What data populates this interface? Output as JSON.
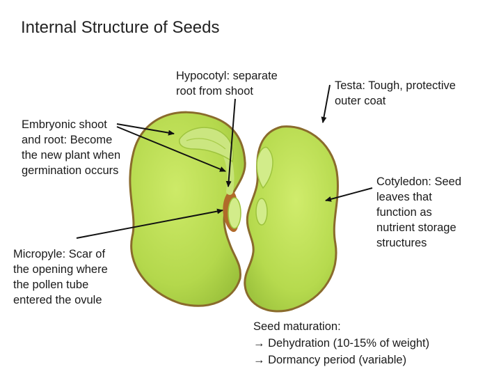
{
  "title": "Internal Structure of Seeds",
  "labels": {
    "hypocotyl": [
      "Hypocotyl: separate",
      "root from shoot"
    ],
    "testa": [
      "Testa: Tough, protective",
      "outer coat"
    ],
    "embryonic": [
      "Embryonic shoot",
      "and root: Become",
      "the new plant when",
      "germination occurs"
    ],
    "cotyledon": [
      "Cotyledon: Seed",
      "leaves that",
      "function as",
      "nutrient storage",
      "structures"
    ],
    "micropyle": [
      "Micropyle: Scar of",
      "the opening where",
      "the pollen tube",
      "entered the ovule"
    ],
    "maturation": [
      "Seed maturation:",
      "Dehydration (10-15% of weight)",
      "Dormancy period (variable)"
    ]
  },
  "colors": {
    "seed_fill": "#b8dc52",
    "seed_edge": "#8a6b2c",
    "embryo": "#d2ec8a",
    "micropyle": "#b06a2a",
    "arrow": "#111111"
  }
}
